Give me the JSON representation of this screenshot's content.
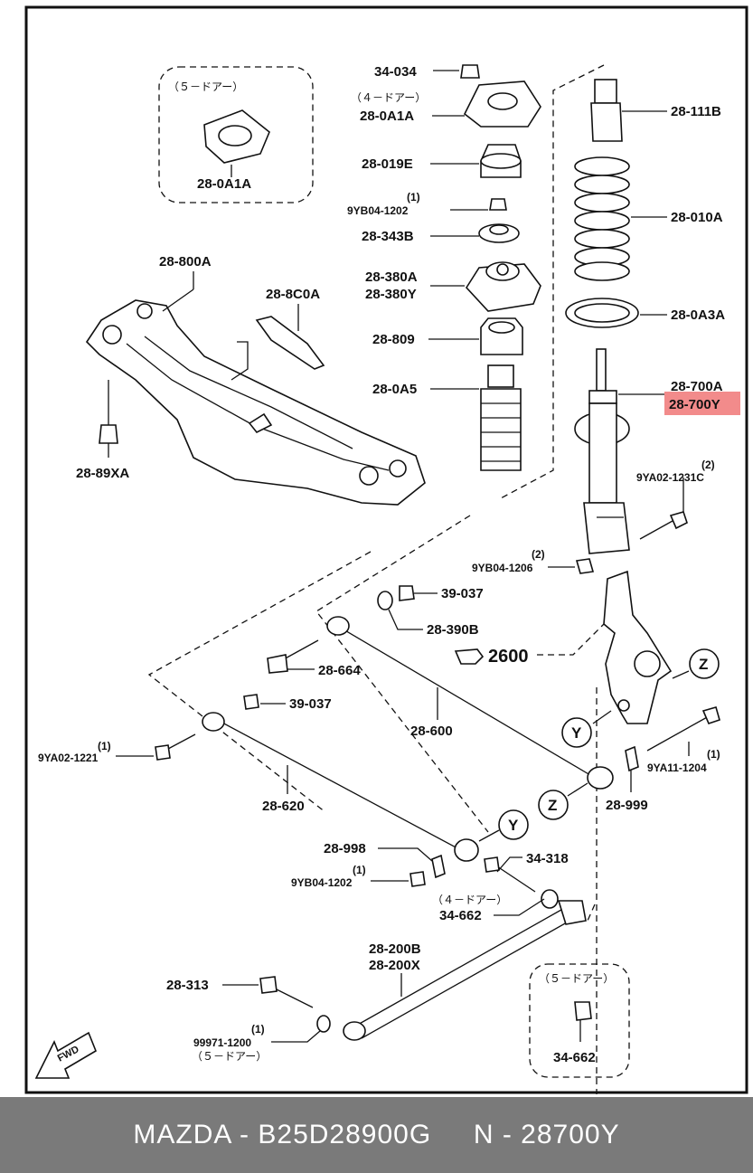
{
  "labels": {
    "p34034": "34-034",
    "jp4door_top": "（４－ドアー）",
    "p280A1A_top": "28-0A1A",
    "jp5door_top": "（５－ドアー）",
    "p280A1A_left": "28-0A1A",
    "p28019E": "28-019E",
    "qty1_a": "(1)",
    "p9YB041202_top": "9YB04-1202",
    "p28343B": "28-343B",
    "p28380A": "28-380A",
    "p28380Y": "28-380Y",
    "p28809": "28-809",
    "p280A5": "28-0A5",
    "p28111B": "28-111B",
    "p28010A": "28-010A",
    "p280A3A": "28-0A3A",
    "p28700A": "28-700A",
    "p28700Y": "28-700Y",
    "qty2_a": "(2)",
    "p9YA021231C": "9YA02-1231C",
    "qty2_b": "(2)",
    "p9YB041206": "9YB04-1206",
    "p28800A": "28-800A",
    "p288C0A": "28-8C0A",
    "p2889XA": "28-89XA",
    "p39037_a": "39-037",
    "p28390B": "28-390B",
    "p2600": "2600",
    "p28664": "28-664",
    "p39037_b": "39-037",
    "p28600": "28-600",
    "qty1_b": "(1)",
    "p9YA021221": "9YA02-1221",
    "p28620": "28-620",
    "mark_y1": "Y",
    "mark_z1": "Z",
    "mark_y2": "Y",
    "mark_z2": "Z",
    "qty1_c": "(1)",
    "p9YA111204": "9YA11-1204",
    "p28999": "28-999",
    "p28998": "28-998",
    "qty1_d": "(1)",
    "p9YB041202_b": "9YB04-1202",
    "p34318": "34-318",
    "jp4door_b": "（４－ドアー）",
    "p34662_a": "34-662",
    "p28200B": "28-200B",
    "p28200X": "28-200X",
    "p28313": "28-313",
    "qty1_e": "(1)",
    "p999711200": "99971-1200",
    "jp5door_b": "（５－ドアー）",
    "jp5door_c": "（５－ドアー）",
    "p34662_b": "34-662",
    "fwd": "FWD"
  },
  "highlight_color": "#f28b8b",
  "footer": {
    "text": "MAZDA - B25D28900G     N - 28700Y",
    "background": "#7a7a7a",
    "color": "#ffffff"
  }
}
